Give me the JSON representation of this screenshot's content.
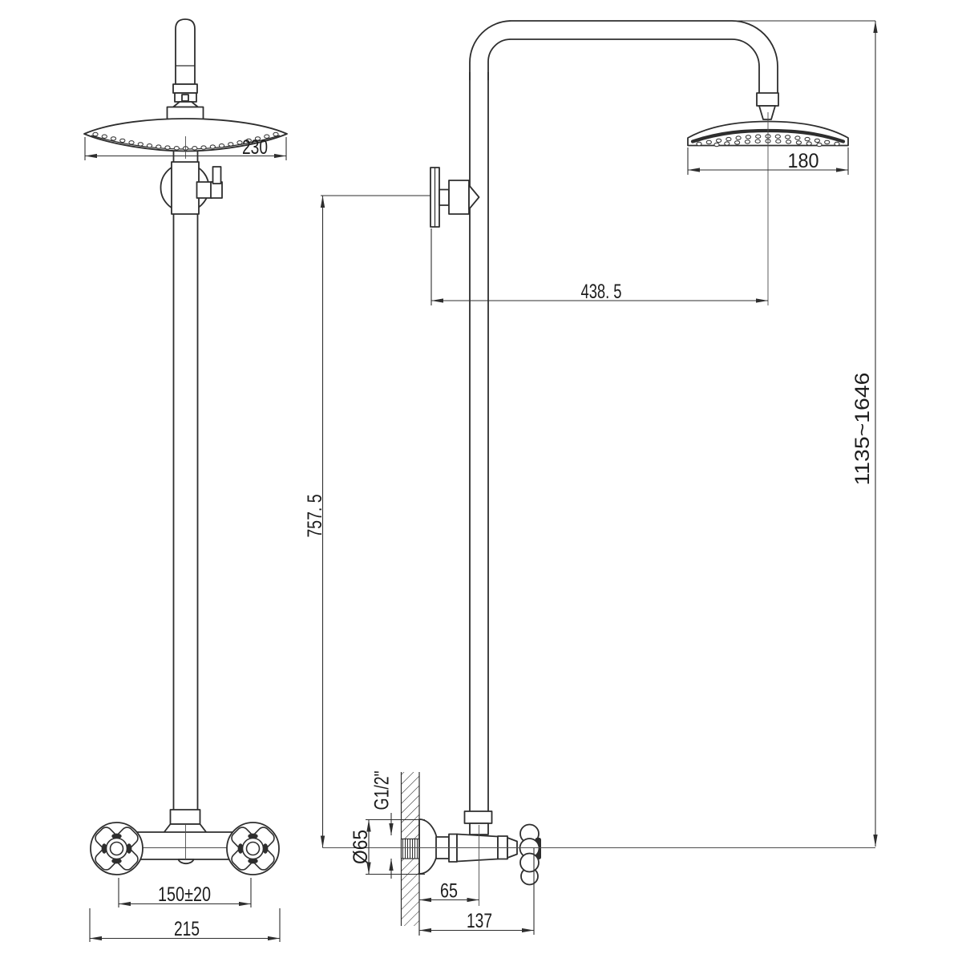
{
  "drawing": {
    "kind": "shower-column-technical-drawing",
    "colors": {
      "background": "#ffffff",
      "line": "#2e2e2e",
      "text": "#1c1c1c"
    },
    "dimensions": {
      "head_width_front": "230",
      "head_width_side": "180",
      "arm_reach": "438. 5",
      "bracket_to_valve_height": "757. 5",
      "total_height_range": "1135~1646",
      "handle_center_distance": "150±20",
      "mixer_overall_width": "215",
      "wall_to_riser_center": "65",
      "wall_to_handle_end": "137",
      "connection_thread": "G1/2\"",
      "escutcheon_diameter": "Ø65"
    }
  }
}
